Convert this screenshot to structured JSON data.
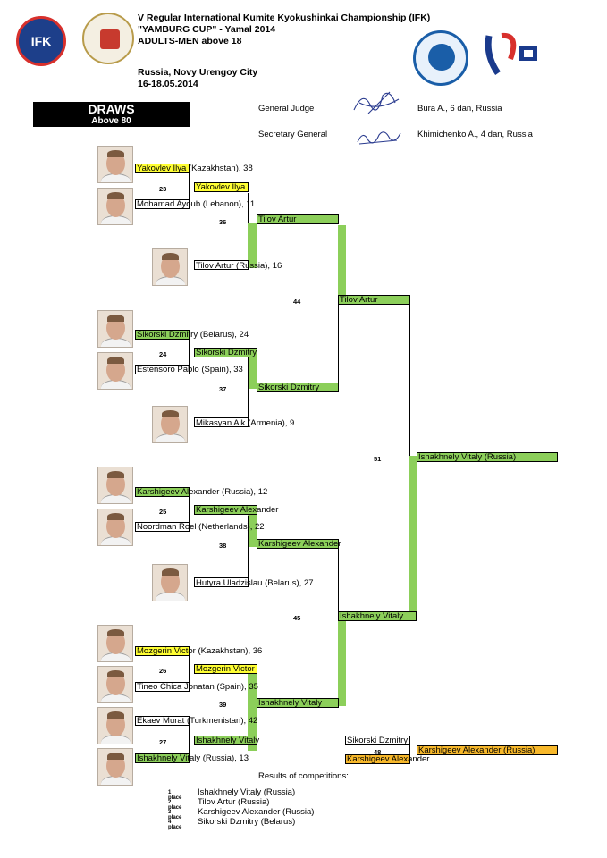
{
  "header": {
    "title": "V Regular International Kumite Kyokushinkai Championship (IFK)",
    "subtitle": "\"YAMBURG CUP\" - Yamal 2014",
    "category": "ADULTS-MEN above 18",
    "location": "Russia, Novy Urengoy City",
    "dates": "16-18.05.2014",
    "ifk_logo_text": "IFK"
  },
  "draws_box": {
    "title": "DRAWS",
    "subtitle": "Above 80"
  },
  "officials": [
    {
      "role": "General Judge",
      "name": "Bura A., 6 dan, Russia"
    },
    {
      "role": "Secretary General",
      "name": "Khimichenko A., 4 dan, Russia"
    }
  ],
  "fighters": [
    {
      "hl": "Yakovlev Ilya",
      "rest": " (Kazakhstan), 38"
    },
    {
      "hl": "Mohamad Ayoub",
      "rest": " (Lebanon), 11"
    },
    {
      "hl": "Tilov Artur",
      "rest": " (Russia), 16"
    },
    {
      "hl": "Sikorski Dzmitry",
      "rest": " (Belarus), 24"
    },
    {
      "hl": "Estensoro Pablo",
      "rest": " (Spain), 33"
    },
    {
      "hl": "Mikasyan Aik",
      "rest": " (Armenia), 9"
    },
    {
      "hl": "Karshigeev Alexander",
      "rest": " (Russia), 12"
    },
    {
      "hl": "Noordman Roel",
      "rest": " (Netherlands), 22"
    },
    {
      "hl": "Hutyra Uladzislau",
      "rest": " (Belarus), 27"
    },
    {
      "hl": "Mozgerin Victor",
      "rest": " (Kazakhstan), 36"
    },
    {
      "hl": "Tineo Chica Jonatan",
      "rest": " (Spain), 35"
    },
    {
      "hl": "Ekaev Murat",
      "rest": " (Turkmenistan), 42"
    },
    {
      "hl": "Ishakhnely Vitaly",
      "rest": " (Russia), 13"
    }
  ],
  "winners": {
    "m23": "Yakovlev Ilya",
    "m36": "Tilov Artur",
    "m24": "Sikorski Dzmitry",
    "m37": "Sikorski Dzmitry",
    "m44": "Tilov Artur",
    "m25": "Karshigeev Alexander",
    "m38": "Karshigeev Alexander",
    "m26": "Mozgerin Victor",
    "m39": "Ishakhnely Vitaly",
    "m27": "Ishakhnely Vitaly",
    "m45": "Ishakhnely Vitaly",
    "m51": "Ishakhnely Vitaly (Russia)",
    "m48_a": "Sikorski Dzmitry",
    "m48_b": "Karshigeev Alexander",
    "m48": "Karshigeev Alexander (Russia)"
  },
  "match_numbers": {
    "m23": "23",
    "m36": "36",
    "m24": "24",
    "m37": "37",
    "m44": "44",
    "m25": "25",
    "m38": "38",
    "m26": "26",
    "m39": "39",
    "m27": "27",
    "m45": "45",
    "m51": "51",
    "m48": "48"
  },
  "results": {
    "heading": "Results of competitions:",
    "places": [
      {
        "place": "1 place",
        "name": "Ishakhnely Vitaly (Russia)"
      },
      {
        "place": "2 place",
        "name": "Tilov Artur (Russia)"
      },
      {
        "place": "3 place",
        "name": "Karshigeev Alexander (Russia)"
      },
      {
        "place": "4 place",
        "name": "Sikorski Dzmitry (Belarus)"
      }
    ]
  },
  "colors": {
    "winner_green": "#8ccf5a",
    "highlight_yellow": "#ffff33",
    "final_orange": "#f7b82b",
    "ifk_blue": "#1d3f8a"
  }
}
